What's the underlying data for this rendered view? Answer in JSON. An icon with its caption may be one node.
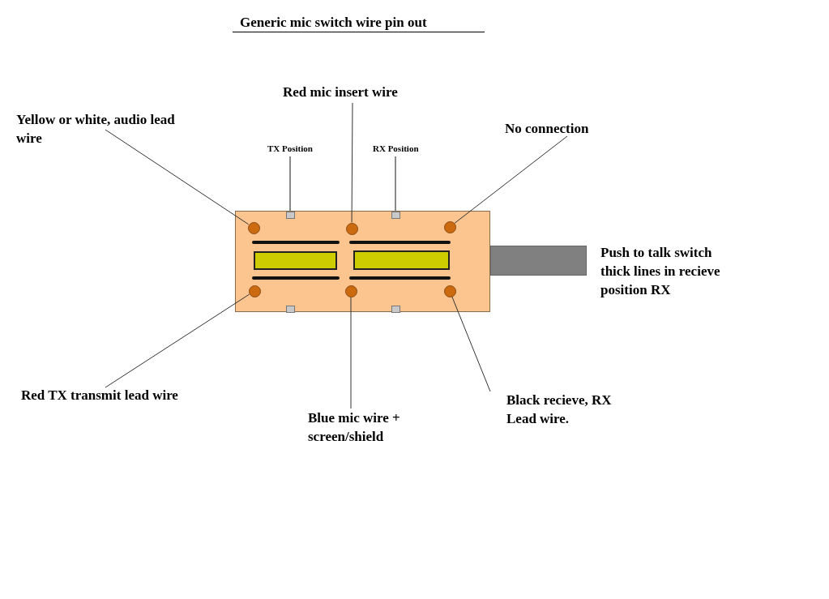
{
  "diagram": {
    "title": "Generic mic switch wire pin out",
    "nodes": [
      {
        "text": [
          "Yellow or white, audio lead wire"
        ]
      },
      {
        "text": [
          "Red mic insert wire"
        ]
      },
      {
        "text": [
          "No connection"
        ]
      },
      {
        "text": [
          "TX Position"
        ]
      },
      {
        "text": [
          "RX Position"
        ]
      },
      {
        "text": [
          "Red TX transmit lead wire"
        ]
      },
      {
        "text": [
          "Blue mic wire + screen/shield"
        ]
      },
      {
        "text": [
          "Black recieve, RX Lead wire."
        ]
      },
      {
        "text": [],
        "shape": "circle"
      },
      {
        "text": [],
        "shape": "circle"
      },
      {
        "text": [],
        "shape": "circle"
      },
      {
        "text": [],
        "shape": "circle"
      },
      {
        "text": [],
        "shape": "circle"
      },
      {
        "text": [],
        "shape": "circle"
      },
      {
        "text": [],
        "shape": "box"
      },
      {
        "text": [],
        "shape": "box"
      }
    ],
    "edges": [
      {
        "from": 0,
        "to": 8,
        "arrow": "none"
      },
      {
        "from": 1,
        "to": 9,
        "arrow": "none"
      },
      {
        "from": 2,
        "to": 10,
        "arrow": "none"
      },
      {
        "from": 3,
        "to": 14,
        "arrow": "none"
      },
      {
        "from": 4,
        "to": 15,
        "arrow": "none"
      },
      {
        "from": 5,
        "to": 11,
        "arrow": "none"
      },
      {
        "from": 6,
        "to": 12,
        "arrow": "none"
      },
      {
        "from": 7,
        "to": 13,
        "arrow": "none"
      }
    ],
    "labels": [
      "Push to talk switch thick lines in recieve position RX"
    ]
  }
}
